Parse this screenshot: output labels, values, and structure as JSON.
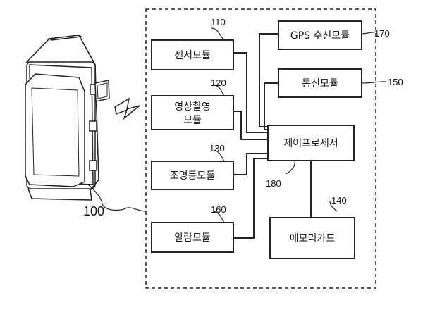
{
  "modules": {
    "sensor": {
      "label": "센서모듈",
      "ref": "110"
    },
    "video": {
      "label_line1": "영상촬영",
      "label_line2": "모듈",
      "ref": "120"
    },
    "light": {
      "label": "조명등모듈",
      "ref": "130"
    },
    "alarm": {
      "label": "알람모듈",
      "ref": "160"
    },
    "gps": {
      "label": "GPS 수신모듈",
      "ref": "170"
    },
    "comm": {
      "label": "통신모듈",
      "ref": "150"
    },
    "processor": {
      "label": "제어프로세서",
      "ref": "180"
    },
    "memory": {
      "label": "메모리카드",
      "ref": "140"
    }
  },
  "device": {
    "ref": "100"
  }
}
